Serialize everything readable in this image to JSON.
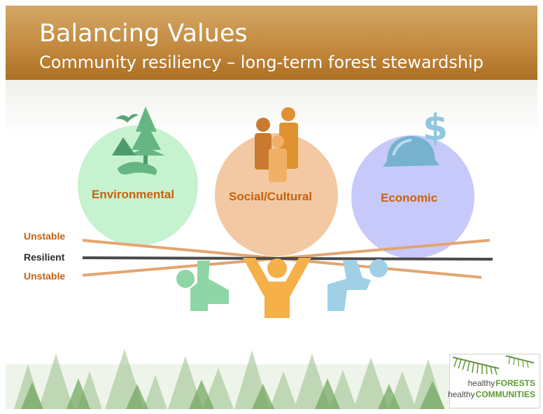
{
  "slide": {
    "title": "Balancing Values",
    "subtitle": "Community resiliency – long-term forest stewardship"
  },
  "values": [
    {
      "label": "Environmental",
      "color": "#c6f2cf",
      "icon": "tree-landscape-icon"
    },
    {
      "label": "Social/Cultural",
      "color": "#f2c9a3",
      "icon": "people-group-icon"
    },
    {
      "label": "Economic",
      "color": "#c8c9fb",
      "icon": "dollar-hardhat-icon"
    }
  ],
  "lines": {
    "unstable_top": "Unstable",
    "resilient": "Resilient",
    "unstable_bottom": "Unstable"
  },
  "colors": {
    "header": "#c38a3f",
    "label_text": "#c8610e",
    "unstable_line": "#e2a570",
    "resilient_line": "#4a4a4a",
    "figure_green": "#8fd6a6",
    "figure_orange": "#f5b048",
    "figure_blue": "#9fd0e6"
  },
  "logo": {
    "line1_prefix": "healthy",
    "line1_strong": "FORESTS",
    "line2_prefix": "healthy",
    "line2_strong": "COMMUNITIES"
  }
}
